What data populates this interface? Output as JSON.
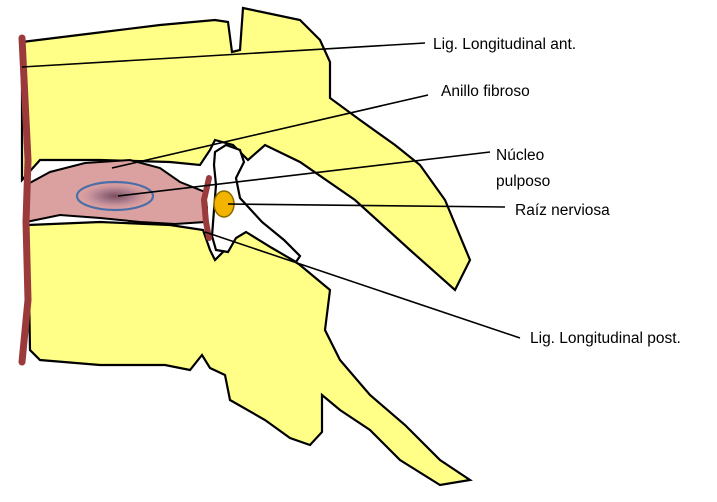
{
  "labels": {
    "lig_ant": "Lig. Longitudinal ant.",
    "anillo": "Anillo fibroso",
    "nucleo_1": "Núcleo",
    "nucleo_2": "pulposo",
    "raiz": "Raíz nerviosa",
    "lig_post": "Lig. Longitudinal post."
  },
  "colors": {
    "bone": "#ffff88",
    "disc": "#dba0a0",
    "ligament": "#9a3a3a",
    "nucleus_outline": "#4a6fa8",
    "nerve_root": "#f2b400",
    "nerve_root_edge": "#8a6a00",
    "outline": "#000000"
  }
}
